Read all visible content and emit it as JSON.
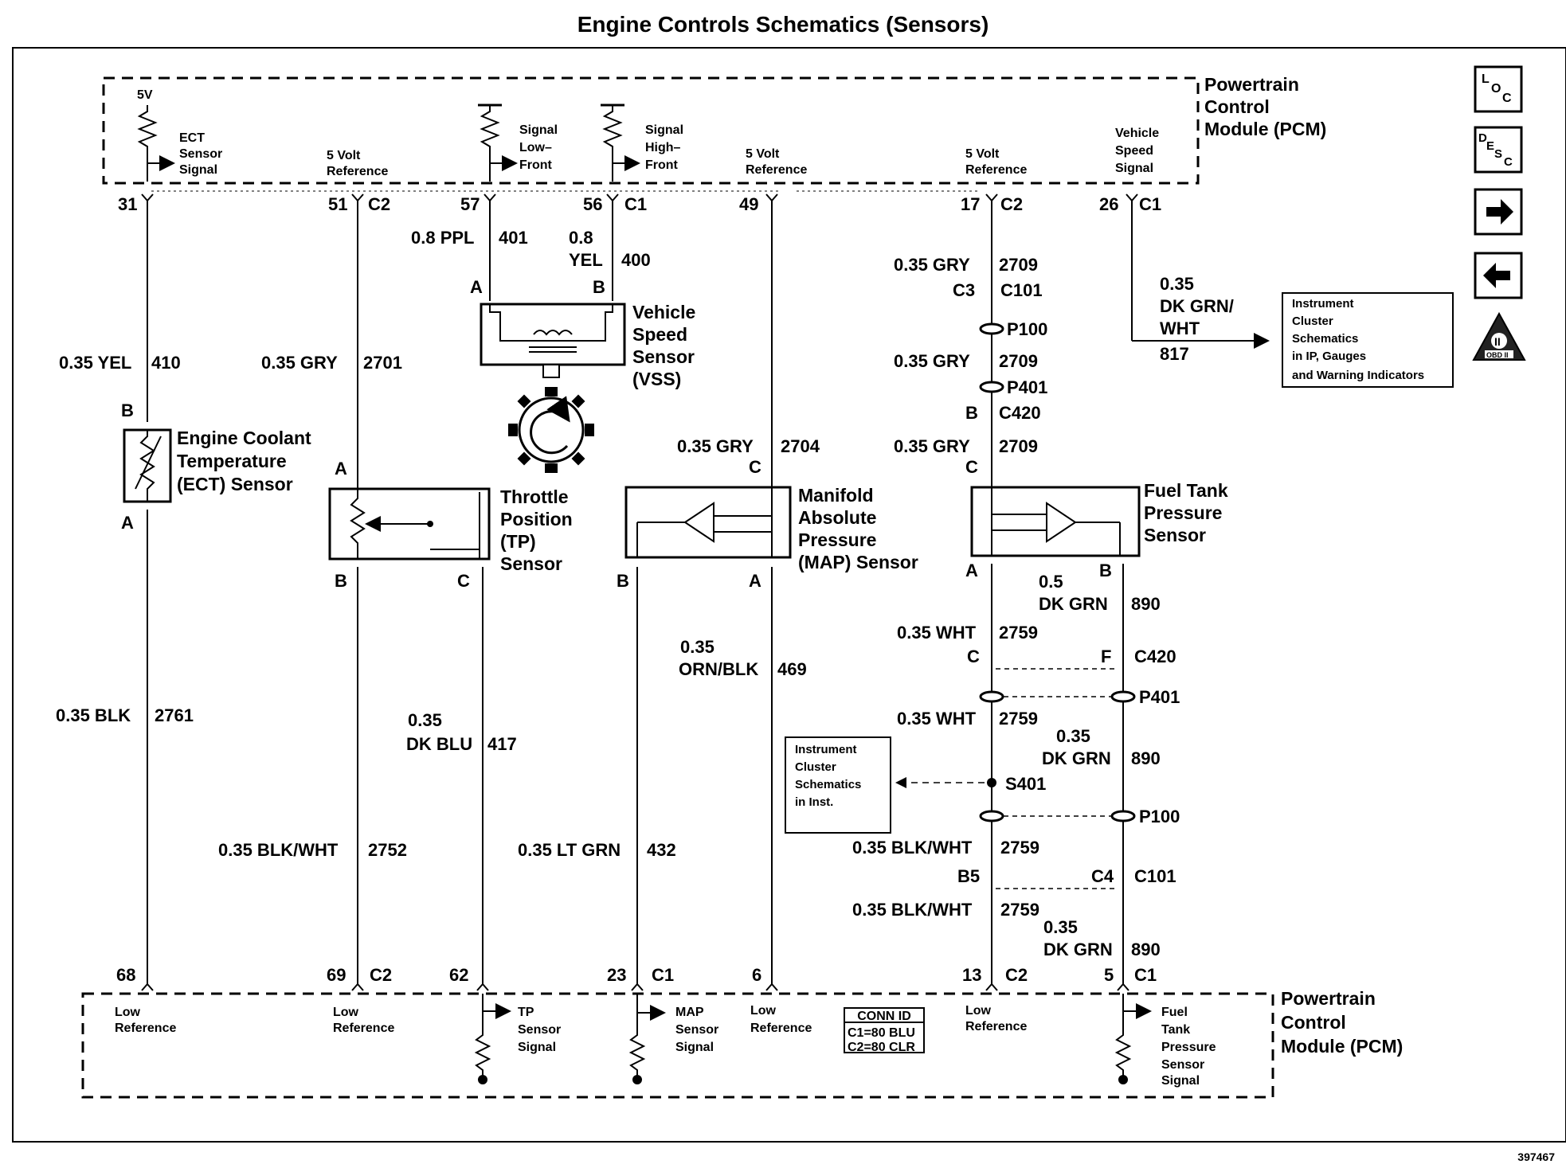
{
  "title": "Engine Controls Schematics (Sensors)",
  "figure_id": "397467",
  "pcm_top": {
    "line1": "Powertrain",
    "line2": "Control",
    "line3": "Module (PCM)"
  },
  "pcm_bottom": {
    "line1": "Powertrain",
    "line2": "Control",
    "line3": "Module (PCM)"
  },
  "nav": {
    "loc": "LOC",
    "desc": "DESC",
    "obd": "OBD II"
  },
  "top_labels": {
    "fivev": "5V",
    "ect": [
      "ECT",
      "Sensor",
      "Signal"
    ],
    "ref51": [
      "5 Volt",
      "Reference"
    ],
    "sig_low": [
      "Signal",
      "Low–",
      "Front"
    ],
    "sig_high": [
      "Signal",
      "High–",
      "Front"
    ],
    "ref49": [
      "5 Volt",
      "Reference"
    ],
    "ref17": [
      "5 Volt",
      "Reference"
    ],
    "vss_sig": [
      "Vehicle",
      "Speed",
      "Signal"
    ]
  },
  "pins_top": {
    "p31": "31",
    "p51": "51",
    "c51": "C2",
    "p57": "57",
    "p56": "56",
    "c56": "C1",
    "p49": "49",
    "p17": "17",
    "c17": "C2",
    "p26": "26",
    "c26": "C1"
  },
  "wires": {
    "w410": [
      "0.35 YEL",
      "410"
    ],
    "w2701": [
      "0.35 GRY",
      "2701"
    ],
    "w401": [
      "0.8 PPL",
      "401"
    ],
    "w400": [
      "0.8",
      "YEL",
      "400"
    ],
    "w2709a": [
      "0.35 GRY",
      "2709"
    ],
    "w2709b": [
      "0.35 GRY",
      "2709"
    ],
    "w2709c": [
      "0.35 GRY",
      "2709"
    ],
    "w2704": [
      "0.35 GRY",
      "2704"
    ],
    "w817": [
      "0.35",
      "DK GRN/",
      "WHT",
      "817"
    ],
    "w2761": [
      "0.35 BLK",
      "2761"
    ],
    "w2752": [
      "0.35 BLK/WHT",
      "2752"
    ],
    "w417": [
      "0.35",
      "DK BLU",
      "417"
    ],
    "w432": [
      "0.35 LT GRN",
      "432"
    ],
    "w469": [
      "0.35",
      "ORN/BLK",
      "469"
    ],
    "w2759a": [
      "0.35 WHT",
      "2759"
    ],
    "w2759b": [
      "0.35 WHT",
      "2759"
    ],
    "w2759c": [
      "0.35 BLK/WHT",
      "2759"
    ],
    "w2759d": [
      "0.35 BLK/WHT",
      "2759"
    ],
    "w890a": [
      "0.5",
      "DK GRN",
      "890"
    ],
    "w890b": [
      "0.35",
      "DK GRN",
      "890"
    ],
    "w890c": [
      "0.35",
      "DK GRN",
      "890"
    ]
  },
  "connectors": {
    "c3": "C3",
    "c101": "C101",
    "p100": "P100",
    "p401": "P401",
    "b": "B",
    "c420": "C420",
    "c": "C",
    "f": "F",
    "c420b": "C420",
    "p401b": "P401",
    "s401": "S401",
    "p100b": "P100",
    "b5": "B5",
    "c4": "C4",
    "c101b": "C101"
  },
  "sensors": {
    "ect": [
      "Engine Coolant",
      "Temperature",
      "(ECT) Sensor"
    ],
    "tp": [
      "Throttle",
      "Position",
      "(TP)",
      "Sensor"
    ],
    "vss": [
      "Vehicle",
      "Speed",
      "Sensor",
      "(VSS)"
    ],
    "map": [
      "Manifold",
      "Absolute",
      "Pressure",
      "(MAP) Sensor"
    ],
    "ftp": [
      "Fuel Tank",
      "Pressure",
      "Sensor"
    ]
  },
  "sensor_pins": {
    "ect_b": "B",
    "ect_a": "A",
    "tp_a": "A",
    "tp_b": "B",
    "tp_c": "C",
    "vss_a": "A",
    "vss_b": "B",
    "map_c": "C",
    "map_b": "B",
    "map_a": "A",
    "ftp_c": "C",
    "ftp_a": "A",
    "ftp_b": "B"
  },
  "ref_boxes": {
    "ic1": [
      "Instrument",
      "Cluster",
      "Schematics",
      "in IP, Gauges",
      "and Warning Indicators"
    ],
    "ic2": [
      "Instrument",
      "Cluster",
      "Schematics",
      "in Inst."
    ]
  },
  "pins_bottom": {
    "p68": "68",
    "p69": "69",
    "c69": "C2",
    "p62": "62",
    "p23": "23",
    "c23": "C1",
    "p6": "6",
    "p13": "13",
    "c13": "C2",
    "p5": "5",
    "c5": "C1"
  },
  "bottom_labels": {
    "low68": [
      "Low",
      "Reference"
    ],
    "low69": [
      "Low",
      "Reference"
    ],
    "tp_sig": [
      "TP",
      "Sensor",
      "Signal"
    ],
    "map_sig": [
      "MAP",
      "Sensor",
      "Signal"
    ],
    "low6": [
      "Low",
      "Reference"
    ],
    "low13": [
      "Low",
      "Reference"
    ],
    "ftp_sig": [
      "Fuel",
      "Tank",
      "Pressure",
      "Sensor",
      "Signal"
    ]
  },
  "conn_id": {
    "title": "CONN ID",
    "c1": "C1=80 BLU",
    "c2": "C2=80 CLR"
  }
}
